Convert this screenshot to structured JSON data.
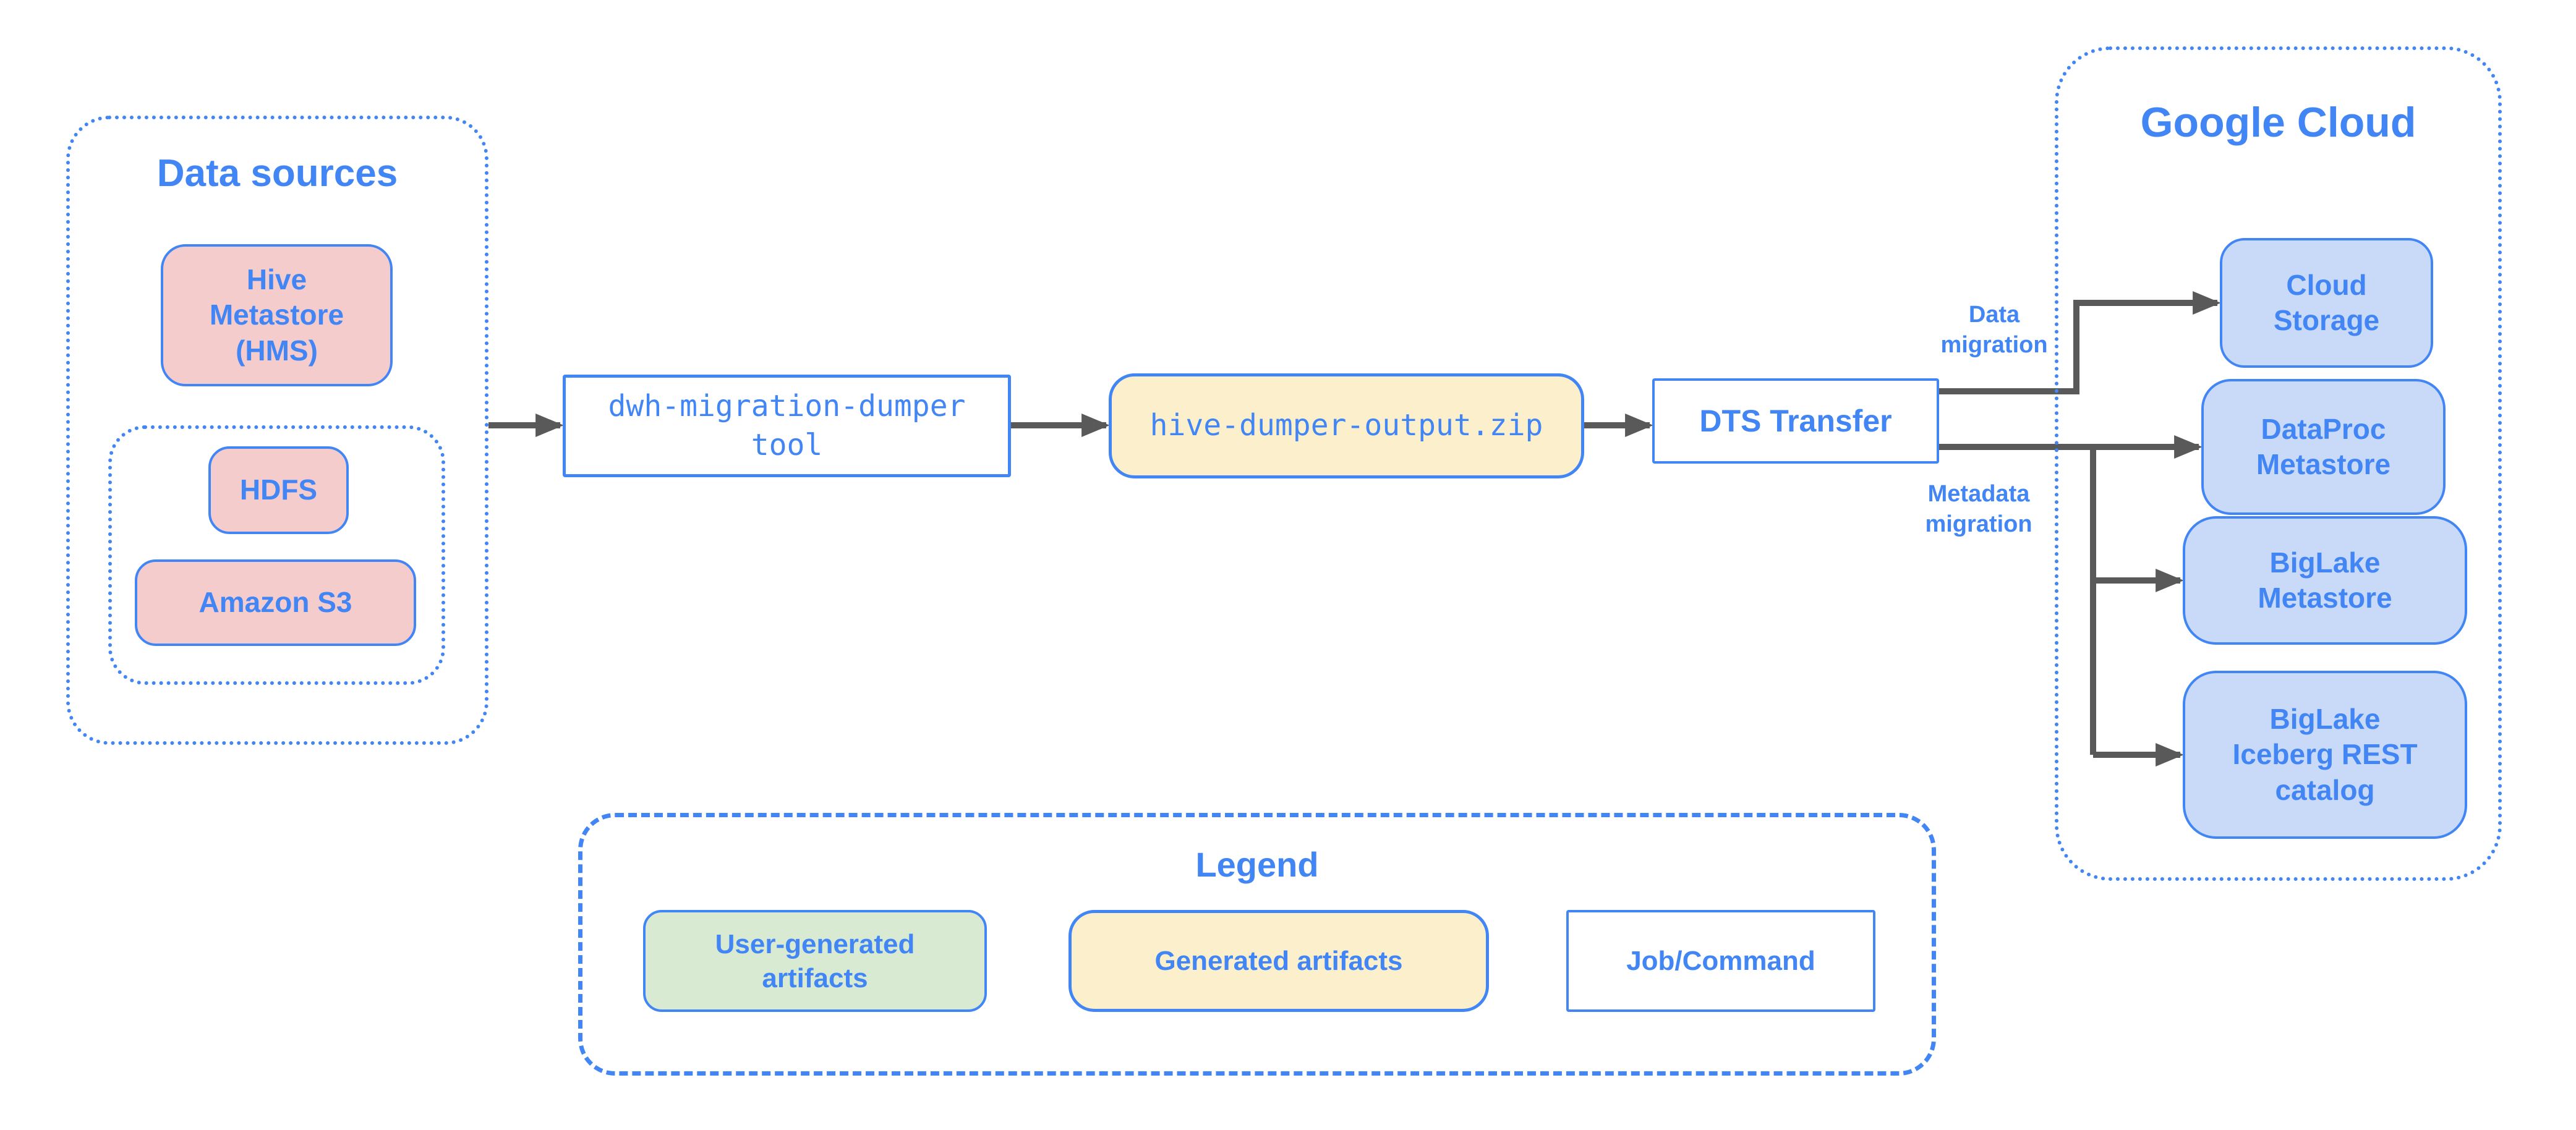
{
  "palette": {
    "blue": "#4285F4",
    "arrow_gray": "#595959",
    "pink_fill": "#F4CCCC",
    "yellow_fill": "#FCEFCB",
    "blue_fill": "#C9DAF8",
    "green_fill": "#D9EAD3"
  },
  "data_sources": {
    "title": "Data sources",
    "hive_metastore": "Hive\nMetastore\n(HMS)",
    "hdfs": "HDFS",
    "amazon_s3": "Amazon S3"
  },
  "pipeline": {
    "dumper_tool": "dwh-migration-dumper\ntool",
    "dumper_output": "hive-dumper-output.zip",
    "dts_transfer": "DTS Transfer"
  },
  "flow_labels": {
    "data_migration": "Data\nmigration",
    "metadata_migration": "Metadata\nmigration"
  },
  "google_cloud": {
    "title": "Google Cloud",
    "cloud_storage": "Cloud\nStorage",
    "dataproc_metastore": "DataProc\nMetastore",
    "biglake_metastore": "BigLake\nMetastore",
    "biglake_iceberg": "BigLake\nIceberg REST\ncatalog"
  },
  "legend": {
    "title": "Legend",
    "user_generated": "User-generated\nartifacts",
    "generated": "Generated artifacts",
    "job_command": "Job/Command"
  }
}
